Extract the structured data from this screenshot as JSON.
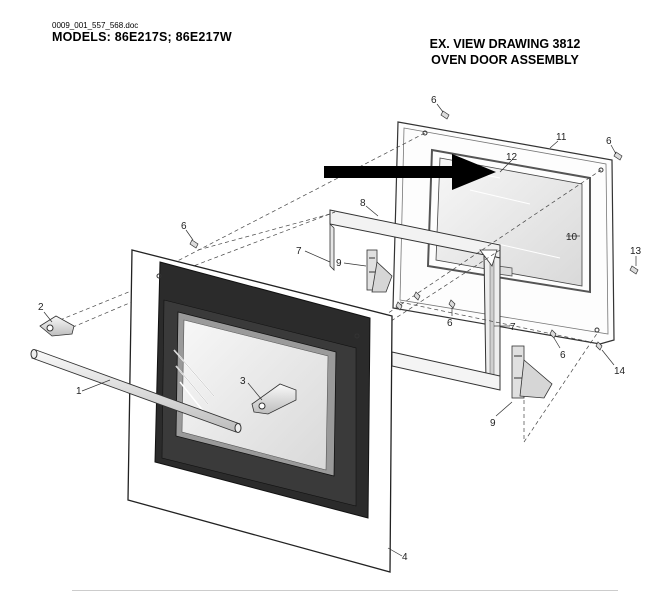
{
  "header": {
    "doc_id": "0009_001_557_568.doc",
    "models": "MODELS:  86E217S; 86E217W",
    "title_line1": "EX. VIEW DRAWING 3812",
    "title_line2": "OVEN DOOR ASSEMBLY"
  },
  "callouts": {
    "c1": "1",
    "c2": "2",
    "c3": "3",
    "c4": "4",
    "c6a": "6",
    "c6b": "6",
    "c6c": "6",
    "c6d": "6",
    "c6e": "6",
    "c7a": "7",
    "c7b": "7",
    "c8": "8",
    "c9a": "9",
    "c9b": "9",
    "c10": "10",
    "c11": "11",
    "c12": "12",
    "c13": "13",
    "c14": "14"
  },
  "colors": {
    "line": "#333333",
    "frame_dark": "#2b2b2b",
    "glass": "#e8e8e8",
    "arrow": "#000000"
  }
}
